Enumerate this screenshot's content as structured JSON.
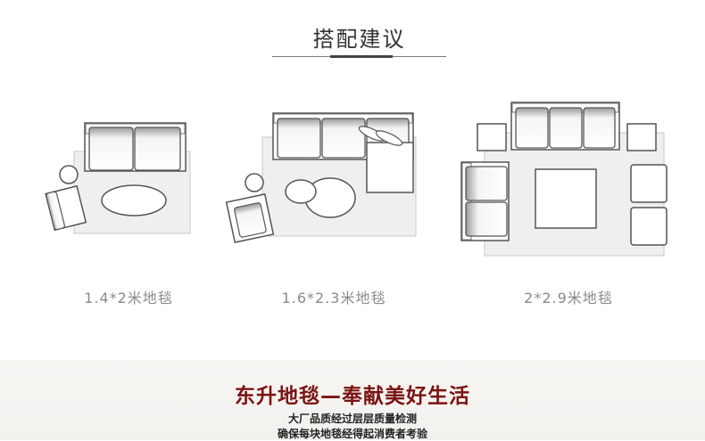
{
  "header": {
    "title": "搭配建议"
  },
  "layouts": [
    {
      "caption": "1.4*2米地毯"
    },
    {
      "caption": "1.6*2.3米地毯"
    },
    {
      "caption": "2*2.9米地毯"
    }
  ],
  "banner": {
    "slogan": "东升地毯—奉献美好生活",
    "line1": "大厂品质经过层层质量检测",
    "line2": "确保每块地毯经得起消费者考验"
  },
  "colors": {
    "rug": "#efefef",
    "outline": "#6f6f6f",
    "slogan": "#7a1412"
  }
}
